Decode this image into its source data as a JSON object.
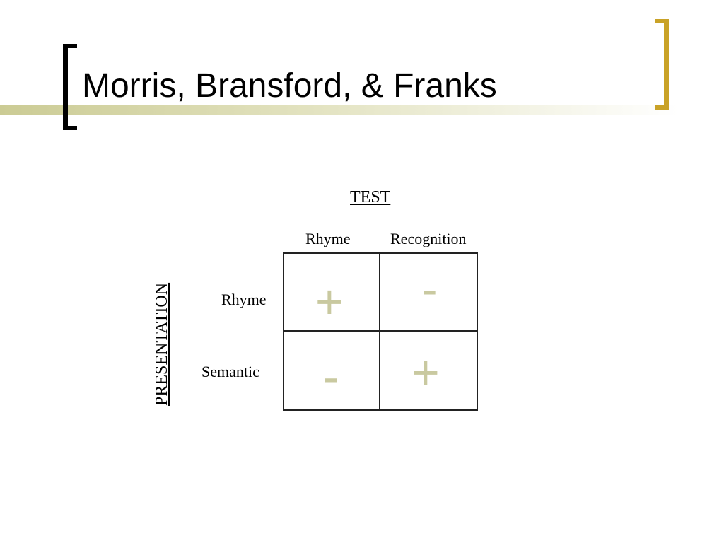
{
  "slide": {
    "title": "Morris, Bransford, & Franks",
    "accent_color": "#c9a227",
    "symbol_color": "#c9c9a0"
  },
  "table": {
    "column_header": "TEST",
    "row_header": "PRESENTATION",
    "columns": [
      "Rhyme",
      "Recognition"
    ],
    "rows": [
      "Rhyme",
      "Semantic"
    ],
    "cells": [
      [
        "+",
        "-"
      ],
      [
        "-",
        "+"
      ]
    ]
  }
}
